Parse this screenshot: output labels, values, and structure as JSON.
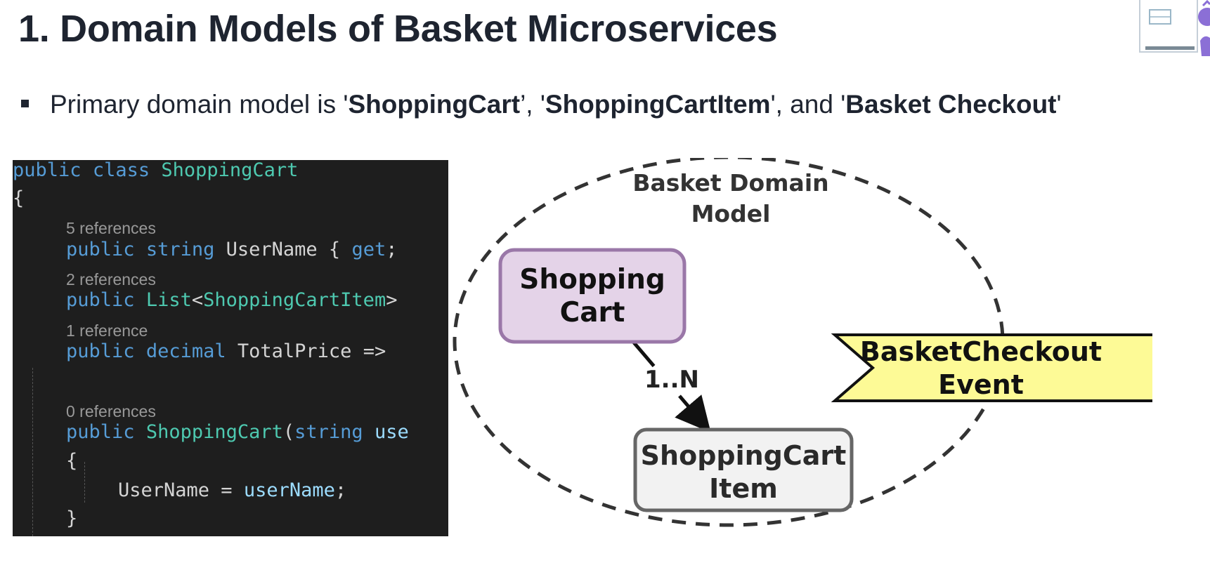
{
  "slide": {
    "title": "1. Domain Models of Basket Microservices",
    "bullet": {
      "prefix": "Primary domain model is '",
      "term1": "ShoppingCart",
      "sep1": "’, '",
      "term2": "ShoppingCartItem",
      "sep2": "', and '",
      "term3": "Basket Checkout",
      "suffix": "'"
    }
  },
  "code": {
    "class_decl": {
      "kw1": "public",
      "kw2": "class",
      "type": "ShoppingCart"
    },
    "open_brace": "{",
    "lens1": "5 references",
    "line_username": {
      "kw1": "public",
      "kw2": "string",
      "name": "UserName",
      "rest": " { ",
      "kw3": "get",
      "end": ";"
    },
    "lens2": "2 references",
    "line_items": {
      "kw1": "public",
      "type1": "List",
      "lt": "<",
      "type2": "ShoppingCartItem",
      "gt": ">"
    },
    "lens3": "1 reference",
    "line_total": {
      "kw1": "public",
      "kw2": "decimal",
      "name": "TotalPrice",
      "rest": " => "
    },
    "lens4": "0 references",
    "line_ctor": {
      "kw1": "public",
      "type": "ShoppingCart",
      "paren": "(",
      "kw2": "string",
      "param": "use"
    },
    "ctor_open": "{",
    "line_assign": {
      "name": "UserName",
      "op": " = ",
      "value": "userName",
      "end": ";"
    },
    "ctor_close": "}"
  },
  "diagram": {
    "boundary_label_line1": "Basket Domain",
    "boundary_label_line2": "Model",
    "cart_line1": "Shopping",
    "cart_line2": "Cart",
    "multiplicity": "1..N",
    "item_line1": "ShoppingCart",
    "item_line2": "Item",
    "event_line1": "BasketCheckout",
    "event_line2": "Event",
    "colors": {
      "cart_fill": "#e4d3e8",
      "cart_stroke": "#9a77a8",
      "item_fill": "#f2f2f2",
      "item_stroke": "#666666",
      "event_fill": "#fdfa96",
      "event_stroke": "#111111",
      "boundary_stroke": "#333333"
    }
  }
}
